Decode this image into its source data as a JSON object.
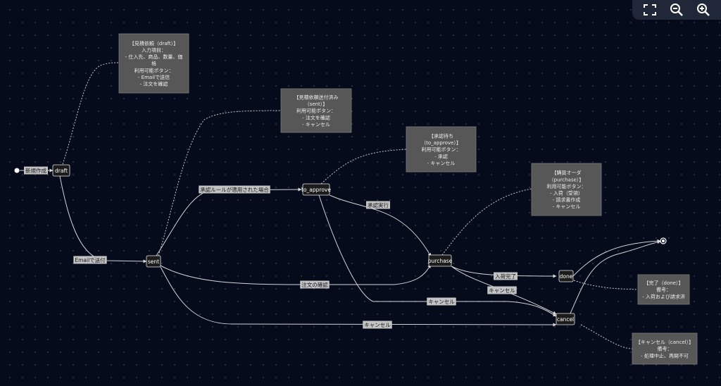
{
  "controls": [
    {
      "name": "fullscreen-button",
      "icon": "fullscreen-icon"
    },
    {
      "name": "zoom-out-button",
      "icon": "zoom-out-icon"
    },
    {
      "name": "zoom-in-button",
      "icon": "zoom-in-icon"
    }
  ],
  "states": [
    {
      "id": "draft",
      "label": "draft"
    },
    {
      "id": "sent",
      "label": "sent"
    },
    {
      "id": "to_approve",
      "label": "to_approve"
    },
    {
      "id": "purchase",
      "label": "purchase"
    },
    {
      "id": "done",
      "label": "done"
    },
    {
      "id": "cancel",
      "label": "cancel"
    }
  ],
  "transitions": [
    {
      "id": "t-create",
      "from": "start",
      "to": "draft",
      "label": "新規作成"
    },
    {
      "id": "t-email",
      "from": "draft",
      "to": "sent",
      "label": "Emailで送付"
    },
    {
      "id": "t-rule",
      "from": "sent",
      "to": "to_approve",
      "label": "承認ルールが適用された場合"
    },
    {
      "id": "t-approve",
      "from": "to_approve",
      "to": "purchase",
      "label": "承認実行"
    },
    {
      "id": "t-confirm",
      "from": "sent",
      "to": "purchase",
      "label": "注文の確認"
    },
    {
      "id": "t-received",
      "from": "purchase",
      "to": "done",
      "label": "入荷完了"
    },
    {
      "id": "t-cancel-p",
      "from": "purchase",
      "to": "cancel",
      "label": "キャンセル"
    },
    {
      "id": "t-cancel-a",
      "from": "to_approve",
      "to": "cancel",
      "label": "キャンセル"
    },
    {
      "id": "t-cancel-s",
      "from": "sent",
      "to": "cancel",
      "label": "キャンセル"
    },
    {
      "id": "t-end-done",
      "from": "done",
      "to": "end",
      "label": ""
    },
    {
      "id": "t-end-cancel",
      "from": "cancel",
      "to": "end",
      "label": ""
    }
  ],
  "notes": [
    {
      "id": "note-draft",
      "for": "draft",
      "lines": [
        "【見積依頼（draft）】",
        "入力項目：",
        "- 仕入先、商品、数量、価",
        "格",
        "利用可能ボタン：",
        "- Emailで送信",
        "- 注文を確認"
      ]
    },
    {
      "id": "note-sent",
      "for": "sent",
      "lines": [
        "【見積依頼送付済み",
        "（sent）】",
        "利用可能ボタン：",
        "- 注文を確認",
        "- キャンセル"
      ]
    },
    {
      "id": "note-to-approve",
      "for": "to_approve",
      "lines": [
        "【承認待ち",
        "（to_approve）】",
        "利用可能ボタン：",
        "- 承認",
        "- キャンセル"
      ]
    },
    {
      "id": "note-purchase",
      "for": "purchase",
      "lines": [
        "【購買オーダ",
        "（purchase）】",
        "利用可能ボタン：",
        "- 入荷（受領）",
        "- 請求書作成",
        "- キャンセル"
      ]
    },
    {
      "id": "note-done",
      "for": "done",
      "lines": [
        "【完了（done）】",
        "備考：",
        "- 入荷および請求済"
      ]
    },
    {
      "id": "note-cancel",
      "for": "cancel",
      "lines": [
        "【キャンセル（cancel）】",
        "備考：",
        "- 処理中止、再開不可"
      ]
    }
  ]
}
